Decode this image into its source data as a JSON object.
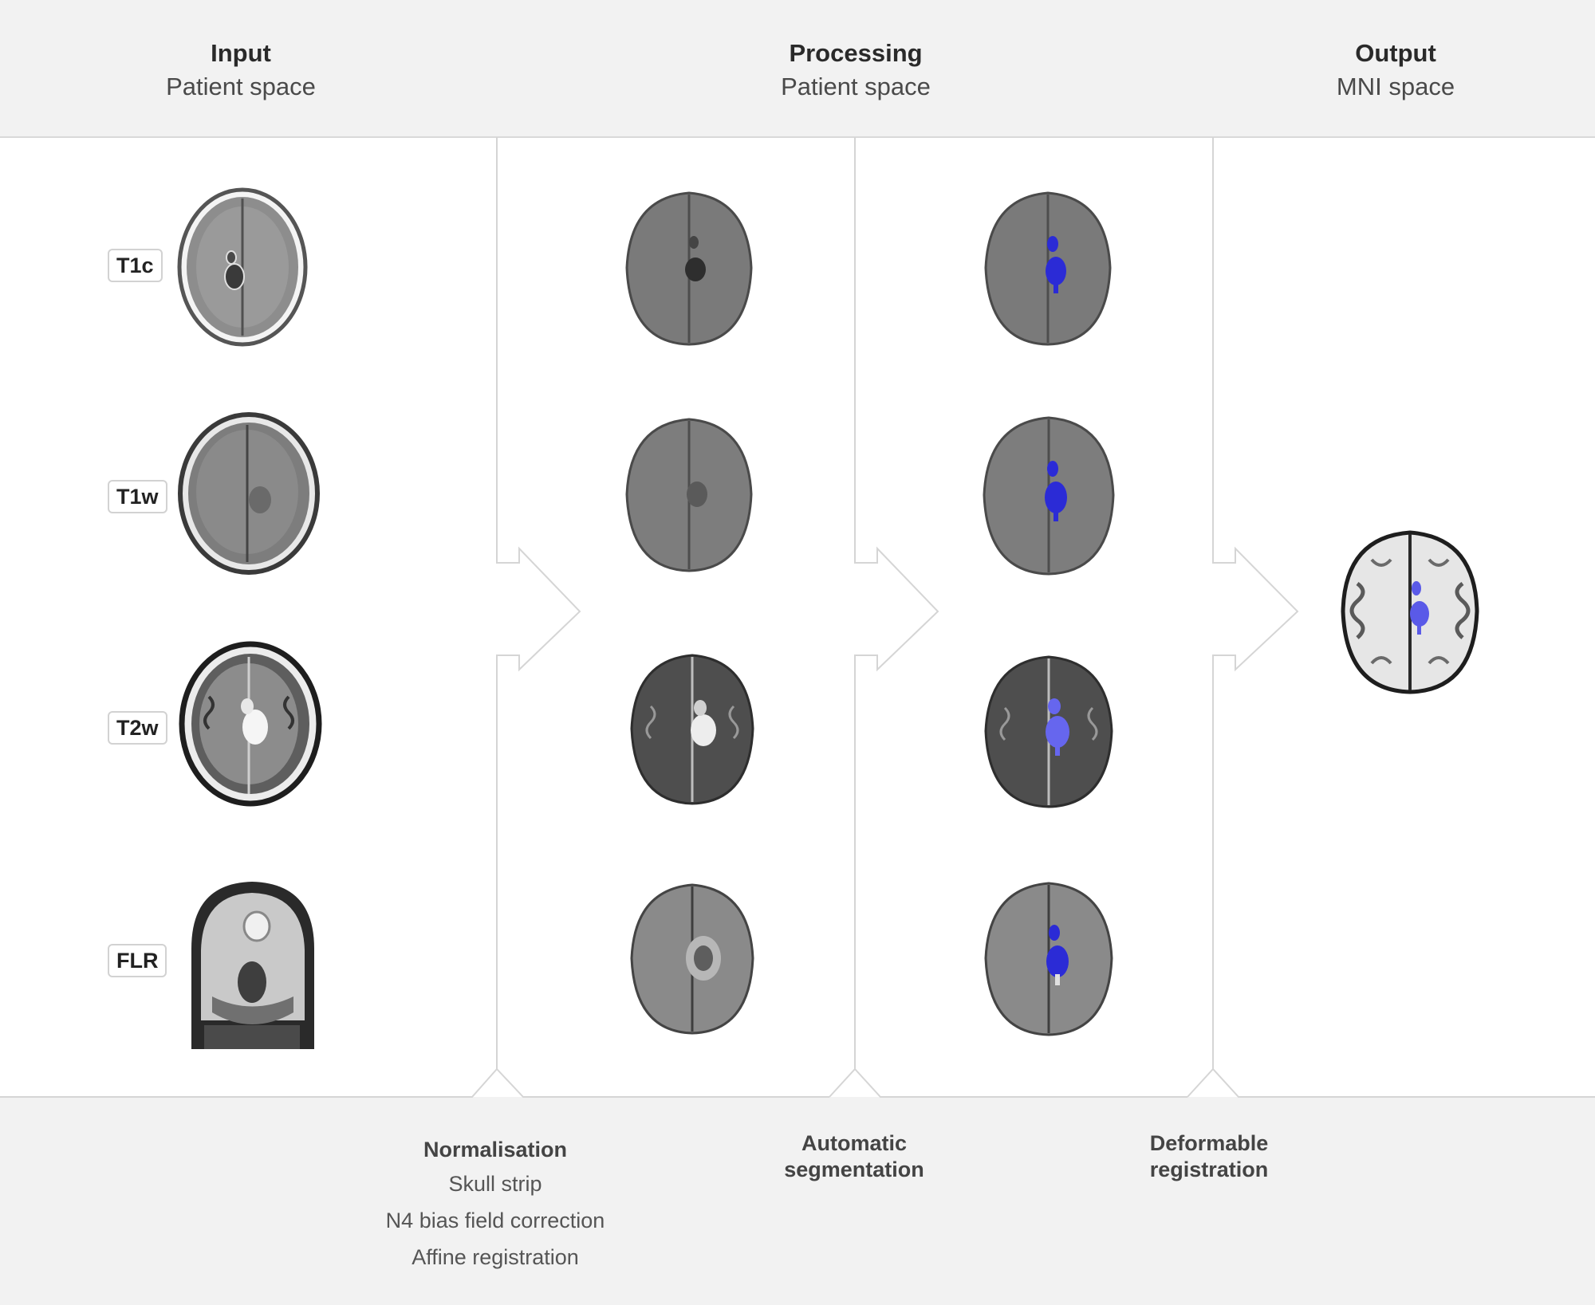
{
  "columns": [
    {
      "title": "Input",
      "subtitle": "Patient space"
    },
    {
      "title": "Processing",
      "subtitle": "Patient space"
    },
    {
      "title": "Output",
      "subtitle": "MNI space"
    }
  ],
  "modalities": [
    "T1c",
    "T1w",
    "T2w",
    "FLR"
  ],
  "steps": {
    "normalisation": {
      "title": "Normalisation",
      "items": [
        "Skull strip",
        "N4 bias field correction",
        "Affine registration"
      ]
    },
    "segmentation": {
      "title_line1": "Automatic",
      "title_line2": "segmentation"
    },
    "registration": {
      "title_line1": "Deformable",
      "title_line2": "registration"
    }
  },
  "colors": {
    "header_bg": "#f2f2f2",
    "divider": "#d5d5d5",
    "segmentation_overlay": "#3a3ad8"
  },
  "icons": [
    "brain-mri-axial",
    "brain-mri-coronal",
    "chevron-arrow"
  ]
}
